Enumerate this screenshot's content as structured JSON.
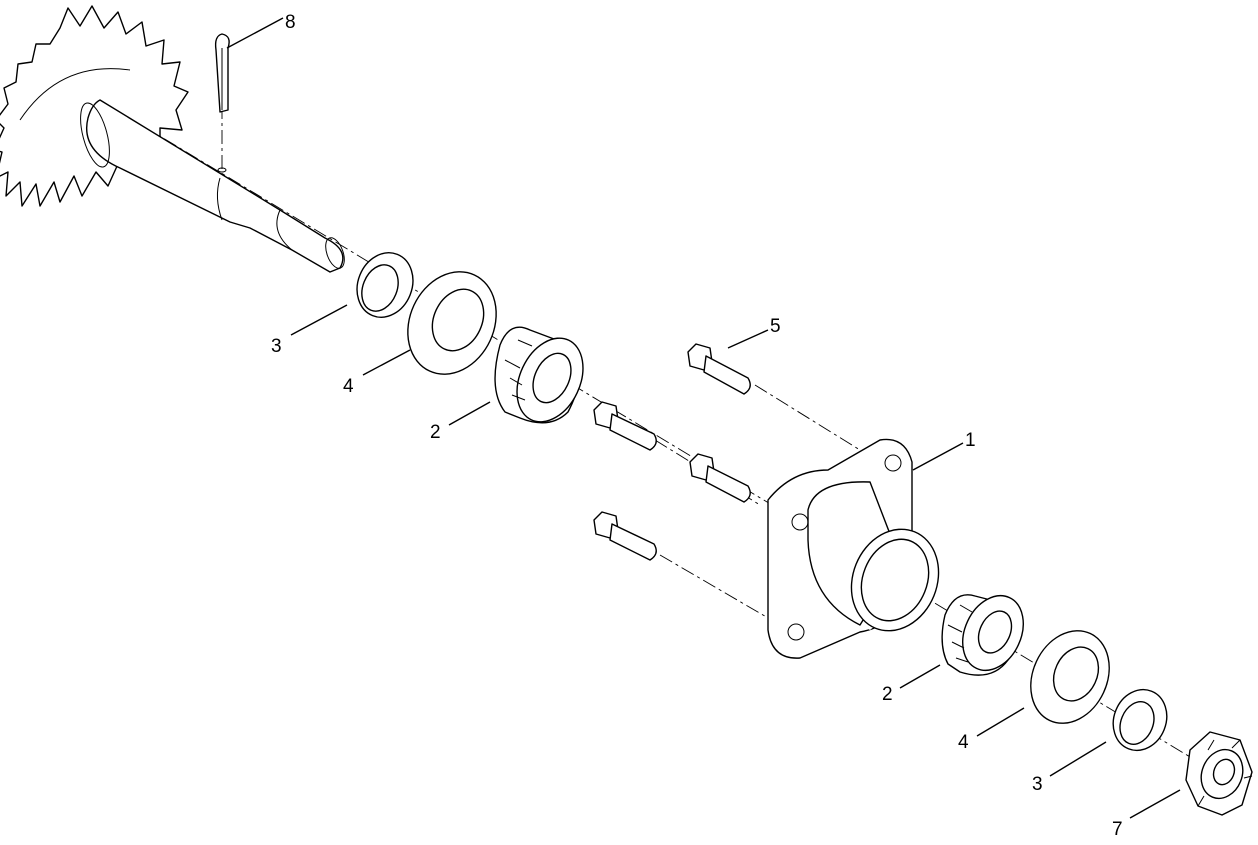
{
  "callouts": {
    "hub": "1",
    "bearing_cone_left": "2",
    "bearing_cone_right": "2",
    "spacer_left": "3",
    "spacer_right": "3",
    "washer_left": "4",
    "washer_right": "4",
    "bolt": "5",
    "castle_nut": "7",
    "cotter_pin": "8"
  }
}
